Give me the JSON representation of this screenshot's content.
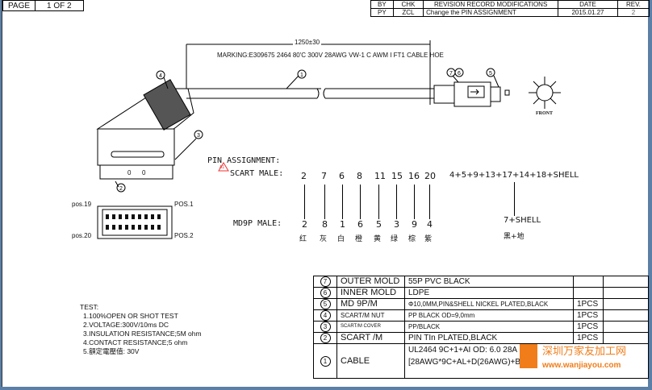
{
  "header": {
    "page_label": "PAGE",
    "page_value": "1 OF 2"
  },
  "revision": {
    "headers": [
      "BY",
      "CHK",
      "REVISION RECORD MODIFICATIONS",
      "DATE",
      "REV."
    ],
    "row": [
      "PY",
      "ZCL",
      "Change the PIN  ASSIGNMENT",
      "2015.01.27",
      "2"
    ]
  },
  "drawing": {
    "length": "1250±30",
    "marking": "MARKING:E309675   2464  80'C  300V  28AWG  VW-1   C   AWM   I    FT1    CABLE   HOE",
    "front_label": "FRONT",
    "callouts": [
      "1",
      "2",
      "3",
      "4",
      "5",
      "7",
      "6"
    ],
    "pos_labels": [
      "pos.19",
      "POS.1",
      "pos.20",
      "POS.2"
    ],
    "scart_pins": [
      "0",
      "0"
    ]
  },
  "pin_assignment": {
    "title": "PIN ASSIGNMENT:",
    "warning_badge": "A1",
    "scart_label": "SCART MALE:",
    "md9p_label": "MD9P MALE:",
    "scart": [
      "2",
      "7",
      "6",
      "8",
      "11",
      "15",
      "16",
      "20"
    ],
    "md9p": [
      "2",
      "8",
      "1",
      "6",
      "5",
      "3",
      "9",
      "4"
    ],
    "colors": [
      "红",
      "灰",
      "白",
      "橙",
      "黄",
      "绿",
      "棕",
      "紫"
    ],
    "ground_scart": "4+5+9+13+17+14+18+SHELL",
    "ground_md9p": "7+SHELL",
    "ground_color": "黑+地"
  },
  "test": {
    "title": "TEST:",
    "items": [
      "1.100%OPEN OR SHOT TEST",
      "2.VOLTAGE:300V/10ms DC",
      "3.INSULATION RESISTANCE;5M ohm",
      "4.CONTACT RESISTANCE;5 ohm",
      "5.額定電壓值:  30V"
    ]
  },
  "bom": [
    {
      "no": "7",
      "part": "OUTER MOLD",
      "desc": "55P PVC BLACK",
      "qty": ""
    },
    {
      "no": "6",
      "part": "INNER MOLD",
      "desc": "LDPE",
      "qty": ""
    },
    {
      "no": "5",
      "part": "MD 9P/M",
      "desc": "Φ10,0MM,PIN&SHELL NICKEL PLATED,BLACK",
      "qty": "1PCS"
    },
    {
      "no": "4",
      "part": "SCART/M NUT",
      "desc": "PP BLACK OD=9,0mm",
      "qty": "1PCS"
    },
    {
      "no": "3",
      "part": "SCART/M COVER",
      "desc": "PP/BLACK",
      "qty": "1PCS"
    },
    {
      "no": "2",
      "part": "SCART /M",
      "desc": "PIN TIn PLATED,BLACK",
      "qty": "1PCS"
    },
    {
      "no": "1",
      "part": "CABLE",
      "desc": "UL2464 9C+1+AI OD:  6.0  28A",
      "desc2": "[28AWG*9C+AL+D(26AWG)+B]",
      "qty": ""
    }
  ],
  "watermark": {
    "name": "深圳万家友加工网",
    "url": "www.wanjiayou.com",
    "color": "#f07d1a"
  }
}
